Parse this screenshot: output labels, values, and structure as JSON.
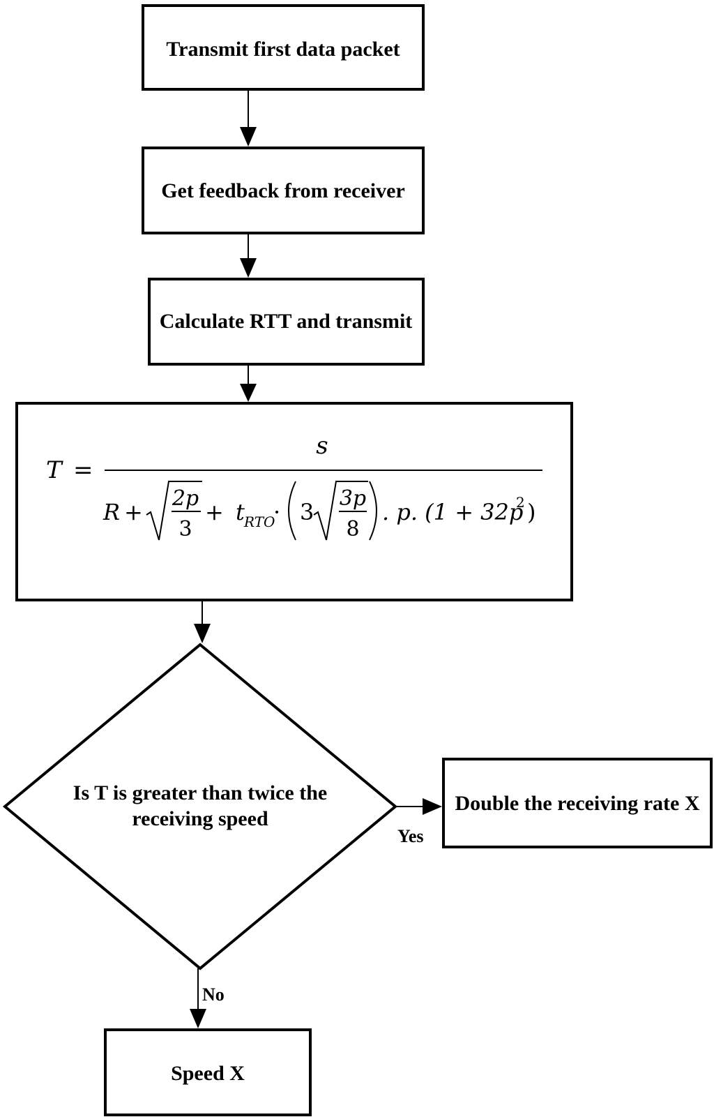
{
  "steps": {
    "transmit": "Transmit first data packet",
    "feedback": "Get feedback from receiver",
    "calculate": "Calculate RTT and transmit",
    "decision_line1": "Is T is greater than twice the",
    "decision_line2": "receiving speed",
    "double_rate": "Double the receiving rate X",
    "speed": "Speed X"
  },
  "branches": {
    "yes": "Yes",
    "no": "No"
  },
  "formula": {
    "lhs": "T",
    "equals": "=",
    "numerator": "s",
    "denominator": "R + √(2p/3) + t_RTO.(3√(3p/8)).p.(1 + 32p²)",
    "parts": {
      "R": "R",
      "plus": "+",
      "two_p": "2p",
      "three": "3",
      "t": "t",
      "rto": "RTO",
      "dot": "·",
      "three_coef": "3",
      "three_p": "3p",
      "eight": "8",
      "tail": ". p. (1 + 32p",
      "sq": "2",
      "close": ")"
    }
  }
}
